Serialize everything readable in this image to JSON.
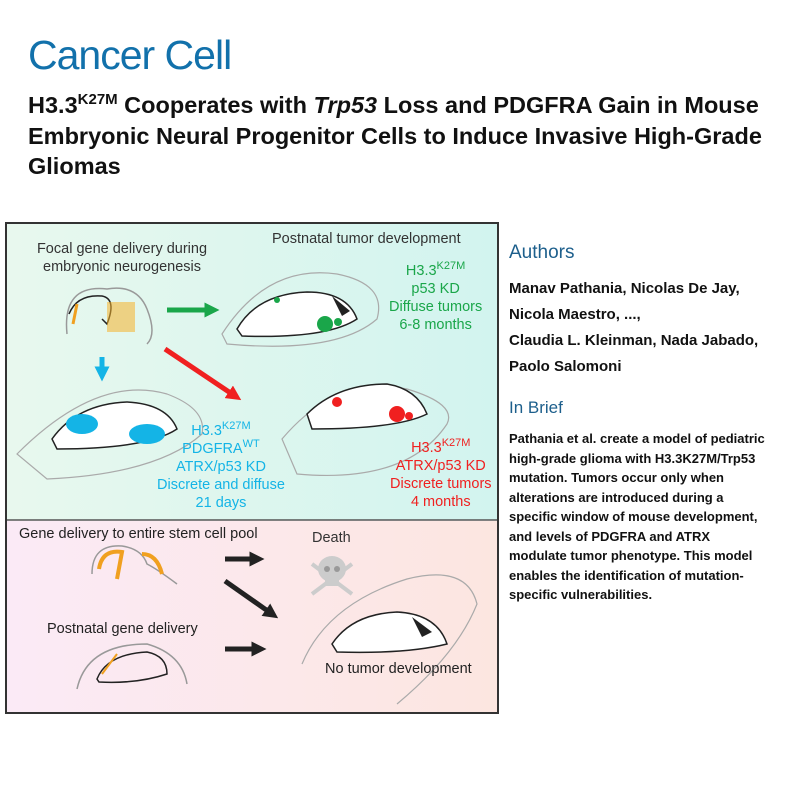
{
  "journal": "Cancer Cell",
  "title": {
    "part1": "H3.3",
    "sup1": "K27M",
    "part2": " Cooperates with ",
    "gene": "Trp53",
    "part3": " Loss and PDGFRA Gain in Mouse Embryonic Neural Progenitor Cells to Induce Invasive High-Grade Gliomas"
  },
  "graphical_abstract": {
    "top_left_label": "Focal gene delivery during embryonic neurogenesis",
    "top_right_label": "Postnatal tumor development",
    "green": {
      "l1": "H3.3",
      "l1sup": "K27M",
      "l2": "p53 KD",
      "l3": "Diffuse tumors",
      "l4": "6-8 months"
    },
    "blue": {
      "l1": "H3.3",
      "l1sup": "K27M",
      "l2": "PDGFRA",
      "l2sup": "WT",
      "l3": "ATRX/p53 KD",
      "l4": "Discrete and diffuse",
      "l5": "21 days"
    },
    "red": {
      "l1": "H3.3",
      "l1sup": "K27M",
      "l2": "ATRX/p53 KD",
      "l3": "Discrete tumors",
      "l4": "4 months"
    },
    "bottom_label1": "Gene delivery to entire stem cell pool",
    "bottom_label2": "Postnatal gene delivery",
    "death_label": "Death",
    "no_tumor_label": "No tumor development",
    "colors": {
      "green": "#1aa64a",
      "blue": "#14b4e6",
      "red": "#f02020"
    }
  },
  "authors": {
    "heading": "Authors",
    "lines": [
      "Manav Pathania, Nicolas De Jay,",
      "Nicola Maestro, ...,",
      "Claudia L. Kleinman, Nada Jabado,",
      "Paolo Salomoni"
    ]
  },
  "in_brief": {
    "heading": "In Brief",
    "lines": [
      "Pathania et al. create a model of pediatric",
      "high-grade glioma with H3.3K27M/Trp53",
      "mutation. Tumors occur only when",
      "alterations are introduced during a",
      "specific window of mouse development,",
      "and levels of PDGFRA and ATRX",
      "modulate tumor phenotype. This model",
      "enables the identification of mutation-",
      "specific vulnerabilities."
    ]
  }
}
